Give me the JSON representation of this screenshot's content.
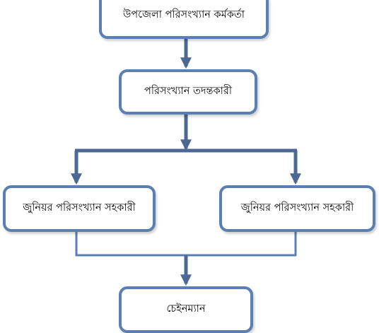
{
  "diagram": {
    "nodes": {
      "top": "উপজেলা পরিসংখ্যান কর্মকর্তা",
      "middle": "পরিসংখ্যান তদন্তকারী",
      "left": "জুনিয়র পরিসংখ্যান সহকারী",
      "right": "জুনিয়র পরিসংখ্যান সহকারী",
      "bottom": "চেইনম্যান"
    },
    "colors": {
      "border": "#5b7fb0",
      "connector": "#4b6994",
      "background": "#ffffff"
    }
  }
}
